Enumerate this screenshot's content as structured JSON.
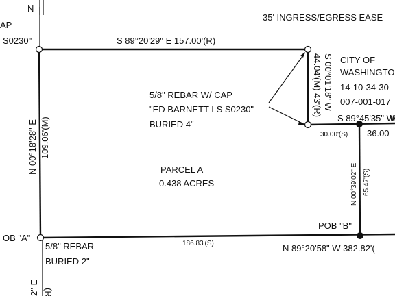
{
  "header": {
    "easement_label": "35' INGRESS/EGRESS EASE"
  },
  "edge_fragments": {
    "top_left_cap": "AP",
    "top_left_ls": "S0230\"",
    "left_bottom_fragment": "2\" E",
    "left_bottom_paren": "(R)",
    "right_wash_fragment": "W"
  },
  "parcel": {
    "name": "PARCEL A",
    "area": "0.438 ACRES"
  },
  "bearings": {
    "north_line": "S 89°20'29\" E  157.00'(R)",
    "west_line": "N 00°18'28\" E",
    "west_distance": "109.06'(M)",
    "east_upper_line": "S 00°01'18\" W",
    "east_upper_distance": "44.04'(M) 43'(R)",
    "east_lower_line": "N 00°39'02\" E",
    "east_lower_distance": "65.47'(S)",
    "south_segment_distance": "186.83'(S)",
    "south_line": "N 89°20'58\" W  382.82'(",
    "jog_line": "S 89°45'35\" W",
    "jog_distance_left": "30.00'(S)",
    "jog_distance_right": "36.00"
  },
  "adjoiner": {
    "line1": "CITY OF",
    "line2": "WASHINGTO",
    "line3": "14-10-34-30",
    "line4": "007-001-017"
  },
  "monument_note": {
    "line1": "5/8\" REBAR W/ CAP",
    "line2": "\"ED BARNETT LS S0230\"",
    "line3": "BURIED 4\""
  },
  "points": {
    "pob_a": "OB \"A\"",
    "pob_b": "POB \"B\"",
    "rebar_line1": "5/8\" REBAR",
    "rebar_line2": "BURIED 2\""
  },
  "north_arrow": {
    "label": "N"
  }
}
